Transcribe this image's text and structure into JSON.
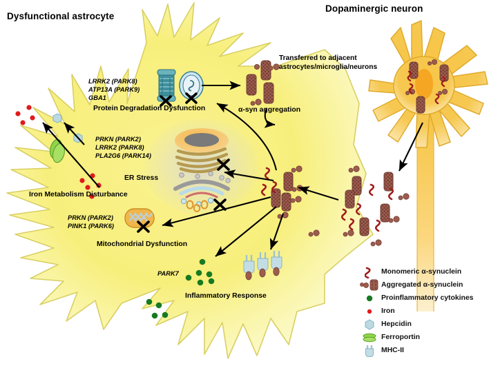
{
  "figure": {
    "kind": "biological-pathway-diagram",
    "titles": {
      "astrocyte": "Dysfunctional astrocyte",
      "neuron": "Dopaminergic neuron"
    }
  },
  "annotations": {
    "protein_degradation": {
      "genes": [
        "LRRK2 (PARK8)",
        "ATP13A (PARK9)",
        "GBA1"
      ],
      "process": "Protein Degradation Dysfunction"
    },
    "er_stress": {
      "genes": [
        "PRKN (PARK2)",
        "LRRK2 (PARK8)",
        "PLA2G6 (PARK14)"
      ],
      "process": "ER Stress"
    },
    "mitochondrial": {
      "genes": [
        "PRKN (PARK2)",
        "PINK1 (PARK6)"
      ],
      "process": "Mitochondrial Dysfunction"
    },
    "inflammation": {
      "genes": [
        "PARK7"
      ],
      "process": "Inflammatory Response"
    },
    "iron": {
      "process": "Iron Metabolism Disturbance"
    },
    "aggregation": {
      "process": "α-syn aggregation",
      "transfer_line1": "Transferred to adjacent",
      "transfer_line2": "astrocytes/microglia/neurons"
    }
  },
  "legend": {
    "items": [
      {
        "icon": "monomeric-alpha-synuclein-icon",
        "label": "Monomeric α-synuclein",
        "color": "#a01c1c"
      },
      {
        "icon": "aggregated-alpha-synuclein-icon",
        "label": "Aggregated α-synuclein",
        "color": "#9e5c4e"
      },
      {
        "icon": "proinflammatory-cytokine-icon",
        "label": "Proinflammatory cytokines",
        "color": "#167a21"
      },
      {
        "icon": "iron-icon",
        "label": "Iron",
        "color": "#e01b1b"
      },
      {
        "icon": "hepcidin-icon",
        "label": "Hepcidin",
        "color": "#bcd9e2"
      },
      {
        "icon": "ferroportin-icon",
        "label": "Ferroportin",
        "color": "#8fd44a"
      },
      {
        "icon": "mhc-ii-icon",
        "label": "MHC-II",
        "color": "#c3dde5"
      }
    ]
  },
  "palette": {
    "astrocyte_fill": "#f7f07a",
    "astrocyte_fill_light": "#fcf9c4",
    "astrocyte_stroke": "#d9cf63",
    "neuron_fill": "#f6c33f",
    "neuron_fill_light": "#fbe09a",
    "neuron_stroke": "#e0aa2b",
    "nucleus": "#f5a623",
    "proteasome": "#3e8f9c",
    "lysosome": "#a9cfe0",
    "golgi": "#b59a50",
    "mitochondrion": "#f0b64a",
    "arrow": "#000000",
    "text": "#000000"
  }
}
